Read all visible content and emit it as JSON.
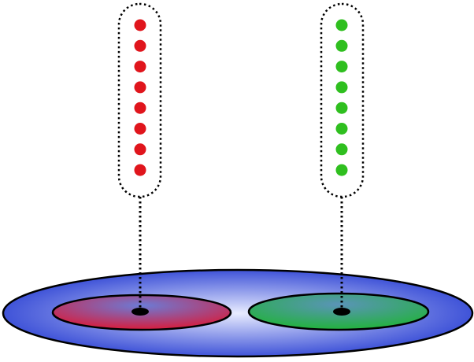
{
  "diagram": {
    "base_plane": {
      "fill_center": "#e8ecff",
      "fill_edge": "#3f53d8",
      "stroke": "#000000"
    },
    "regions": [
      {
        "id": "red",
        "fill_center": "#6b7bd6",
        "fill_edge": "#d81c3c",
        "dot_color": "#e0151c",
        "column_dots": 8
      },
      {
        "id": "green",
        "fill_center": "#5a94b8",
        "fill_edge": "#22b23c",
        "dot_color": "#2fbf1f",
        "column_dots": 8
      }
    ]
  }
}
